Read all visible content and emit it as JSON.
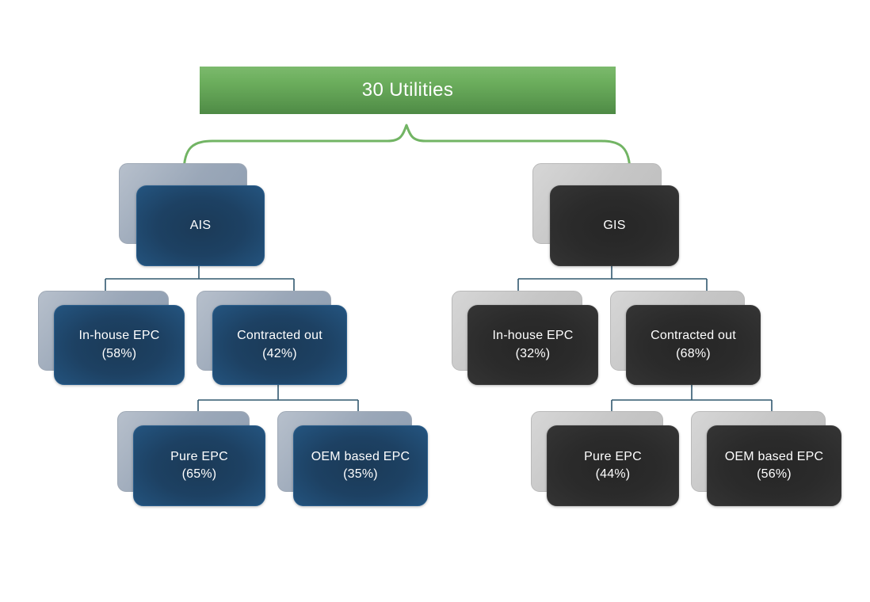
{
  "diagram": {
    "title": "30 Utilities",
    "root": {
      "label": "30 Utilities"
    },
    "branches": [
      {
        "key": "ais",
        "label": "AIS",
        "theme": "blue",
        "level2": [
          {
            "label": "In-house EPC",
            "value": "(58%)",
            "percent": 58
          },
          {
            "label": "Contracted out",
            "value": "(42%)",
            "percent": 42
          }
        ],
        "level3": [
          {
            "label": "Pure EPC",
            "value": "(65%)",
            "percent": 65
          },
          {
            "label": "OEM based EPC",
            "value": "(35%)",
            "percent": 35
          }
        ]
      },
      {
        "key": "gis",
        "label": "GIS",
        "theme": "dark",
        "level2": [
          {
            "label": "In-house EPC",
            "value": "(32%)",
            "percent": 32
          },
          {
            "label": "Contracted out",
            "value": "(68%)",
            "percent": 68
          }
        ],
        "level3": [
          {
            "label": "Pure EPC",
            "value": "(44%)",
            "percent": 44
          },
          {
            "label": "OEM based EPC",
            "value": "(56%)",
            "percent": 56
          }
        ]
      }
    ],
    "colors": {
      "root_green_light": "#7cba6d",
      "root_green_dark": "#4e8a45",
      "brace_green": "#72b464",
      "blue_card": "#1d4163",
      "blue_plate": "#9aa7b8",
      "dark_card": "#2b2b2b",
      "dark_plate": "#c6c6c6",
      "connector_line": "#31586f",
      "background": "#ffffff",
      "text": "#ffffff"
    }
  }
}
